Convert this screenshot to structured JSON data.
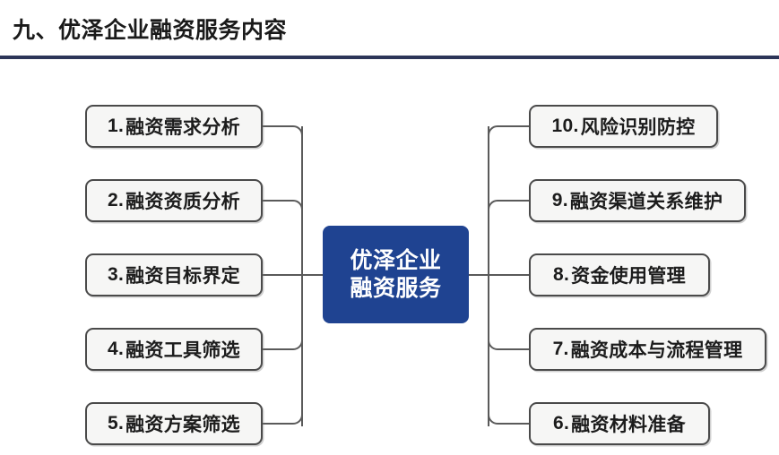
{
  "page": {
    "title": "九、优泽企业融资服务内容",
    "accent_color": "#1f4391",
    "rule_color": "#2c3558",
    "node_fill": "#f6f6f5",
    "node_border": "#4a4a4a",
    "connector_color": "#5a5a5a"
  },
  "diagram": {
    "type": "mind-map",
    "center": {
      "line1": "优泽企业",
      "line2": "融资服务"
    },
    "left_branch": [
      {
        "num": "1.",
        "label": "融资需求分析"
      },
      {
        "num": "2.",
        "label": "融资资质分析"
      },
      {
        "num": "3.",
        "label": "融资目标界定"
      },
      {
        "num": "4.",
        "label": "融资工具筛选"
      },
      {
        "num": "5.",
        "label": "融资方案筛选"
      }
    ],
    "right_branch": [
      {
        "num": "10.",
        "label": "风险识别防控"
      },
      {
        "num": "9.",
        "label": "融资渠道关系维护"
      },
      {
        "num": "8.",
        "label": "资金使用管理"
      },
      {
        "num": "7.",
        "label": "融资成本与流程管理"
      },
      {
        "num": "6.",
        "label": "融资材料准备"
      }
    ]
  }
}
